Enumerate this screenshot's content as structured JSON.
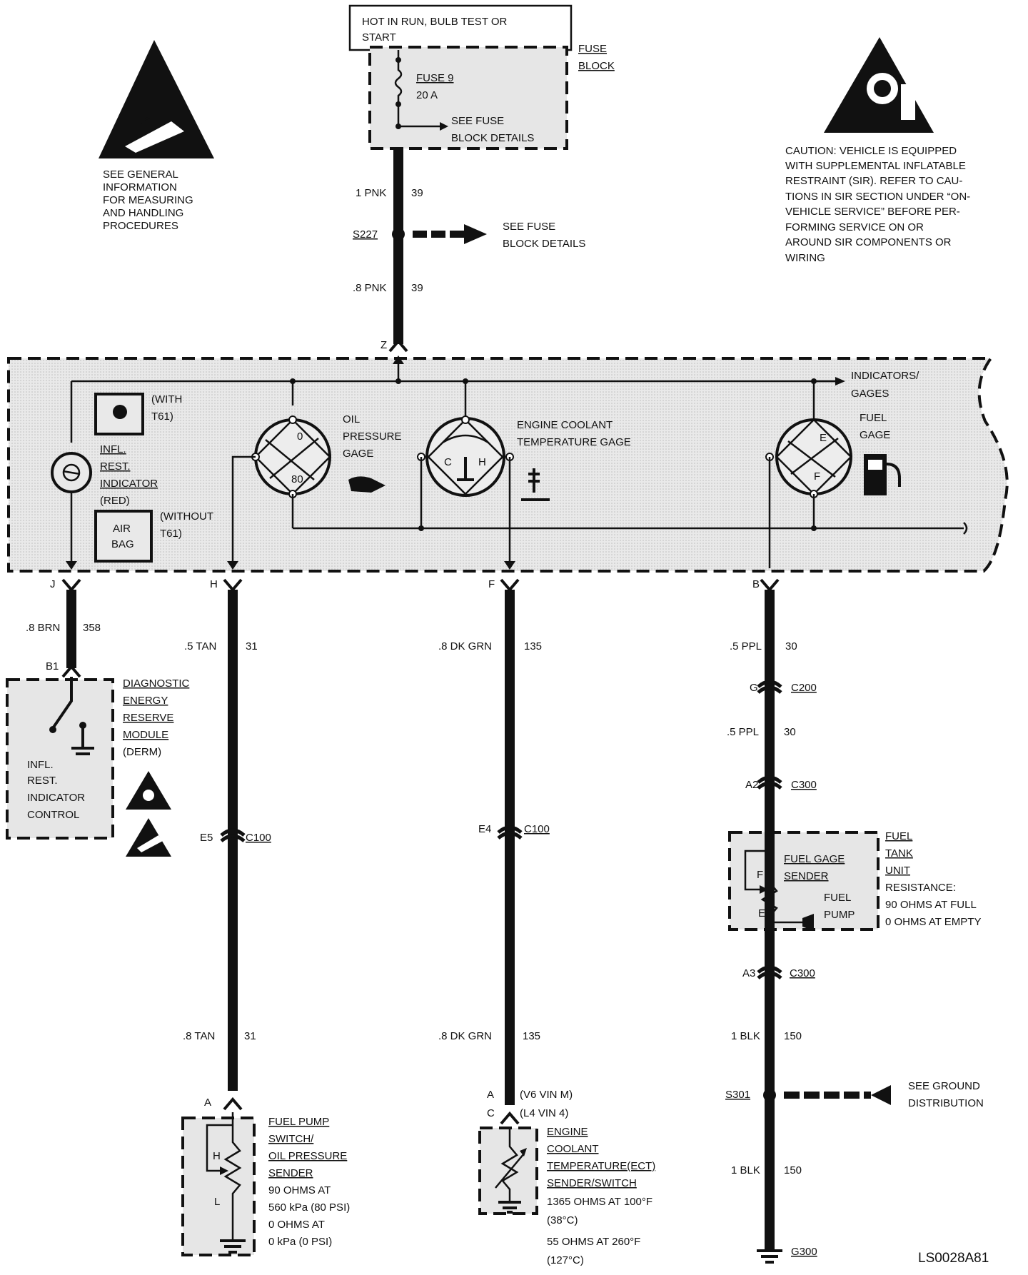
{
  "top": {
    "hot_box": [
      "HOT IN RUN, BULB TEST OR",
      "START"
    ],
    "fuse_block": [
      "FUSE",
      "BLOCK"
    ],
    "fuse": [
      "FUSE 9",
      "20 A"
    ],
    "see_fuse_1": [
      "SEE FUSE",
      "BLOCK DETAILS"
    ],
    "see_fuse_2": [
      "SEE FUSE",
      "BLOCK DETAILS"
    ],
    "splice": "S227",
    "wire_upper": {
      "size": "1 PNK",
      "circuit": "39"
    },
    "wire_lower": {
      "size": ".8 PNK",
      "circuit": "39"
    },
    "connector_z": "Z"
  },
  "esd_note": [
    "SEE GENERAL",
    "INFORMATION",
    "FOR MEASURING",
    "AND HANDLING",
    "PROCEDURES"
  ],
  "caution": [
    "CAUTION: VEHICLE IS EQUIPPED",
    "WITH SUPPLEMENTAL INFLATABLE",
    "RESTRAINT (SIR). REFER TO CAU-",
    "TIONS IN SIR SECTION UNDER “ON-",
    "VEHICLE SERVICE” BEFORE PER-",
    "FORMING SERVICE ON OR",
    "AROUND SIR COMPONENTS OR",
    "WIRING"
  ],
  "cluster": {
    "with_t61": [
      "(WITH",
      "T61)"
    ],
    "infl": [
      "INFL.",
      "REST.",
      "INDICATOR"
    ],
    "red": "(RED)",
    "air_bag": [
      "AIR",
      "BAG"
    ],
    "without_t61": [
      "(WITHOUT",
      "T61)"
    ],
    "oil": [
      "OIL",
      "PRESSURE",
      "GAGE"
    ],
    "oil_marks": [
      "0",
      "80"
    ],
    "coolant": [
      "ENGINE COOLANT",
      "TEMPERATURE GAGE"
    ],
    "coolant_marks": [
      "C",
      "H"
    ],
    "indicators": [
      "INDICATORS/",
      "GAGES"
    ],
    "fuel": [
      "FUEL",
      "GAGE"
    ],
    "fuel_marks": [
      "E",
      "F"
    ]
  },
  "pins": {
    "j": "J",
    "h": "H",
    "f": "F",
    "b": "B"
  },
  "derm": {
    "wire": {
      "size": ".8 BRN",
      "circuit": "358"
    },
    "pin": "B1",
    "name": [
      "DIAGNOSTIC",
      "ENERGY",
      "RESERVE",
      "MODULE"
    ],
    "abbrev": "(DERM)",
    "control": [
      "INFL.",
      "REST.",
      "INDICATOR",
      "CONTROL"
    ]
  },
  "oil_circuit": {
    "wire_upper": {
      "size": ".5 TAN",
      "circuit": "31"
    },
    "conn": {
      "pin": "E5",
      "name": "C100"
    },
    "wire_lower": {
      "size": ".8 TAN",
      "circuit": "31"
    },
    "pin_a": "A",
    "sender_marks": [
      "H",
      "L"
    ],
    "name": [
      "FUEL PUMP",
      "SWITCH/",
      "OIL PRESSURE",
      "SENDER"
    ],
    "spec": [
      "90 OHMS AT",
      "560 kPa (80 PSI)",
      "0 OHMS AT",
      "0 kPa (0 PSI)"
    ]
  },
  "ect_circuit": {
    "wire_upper": {
      "size": ".8 DK GRN",
      "circuit": "135"
    },
    "conn": {
      "pin": "E4",
      "name": "C100"
    },
    "wire_lower": {
      "size": ".8 DK GRN",
      "circuit": "135"
    },
    "pin_a": "A",
    "pin_a_note": "(V6 VIN M)",
    "pin_c": "C",
    "pin_c_note": "(L4 VIN 4)",
    "name": [
      "ENGINE",
      "COOLANT",
      "TEMPERATURE(ECT)",
      "SENDER/SWITCH"
    ],
    "spec": [
      "1365 OHMS AT 100°F",
      "(38°C)",
      "55 OHMS AT 260°F",
      "(127°C)"
    ]
  },
  "fuel_circuit": {
    "wire1": {
      "size": ".5 PPL",
      "circuit": "30"
    },
    "conn1": {
      "pin": "G",
      "name": "C200"
    },
    "wire2": {
      "size": ".5 PPL",
      "circuit": "30"
    },
    "conn2": {
      "pin": "A2",
      "name": "C300"
    },
    "sender_f": "F",
    "sender_e": "E",
    "sender_name": [
      "FUEL GAGE",
      "SENDER"
    ],
    "pump": [
      "FUEL",
      "PUMP"
    ],
    "tank": [
      "FUEL",
      "TANK",
      "UNIT"
    ],
    "resistance": [
      "RESISTANCE:",
      "90 OHMS AT FULL",
      "0 OHMS AT EMPTY"
    ],
    "conn3": {
      "pin": "A3",
      "name": "C300"
    },
    "wire3": {
      "size": "1 BLK",
      "circuit": "150"
    },
    "splice": "S301",
    "see_ground": [
      "SEE GROUND",
      "DISTRIBUTION"
    ],
    "wire4": {
      "size": "1 BLK",
      "circuit": "150"
    },
    "ground": "G300"
  },
  "figure_id": "LS0028A81"
}
